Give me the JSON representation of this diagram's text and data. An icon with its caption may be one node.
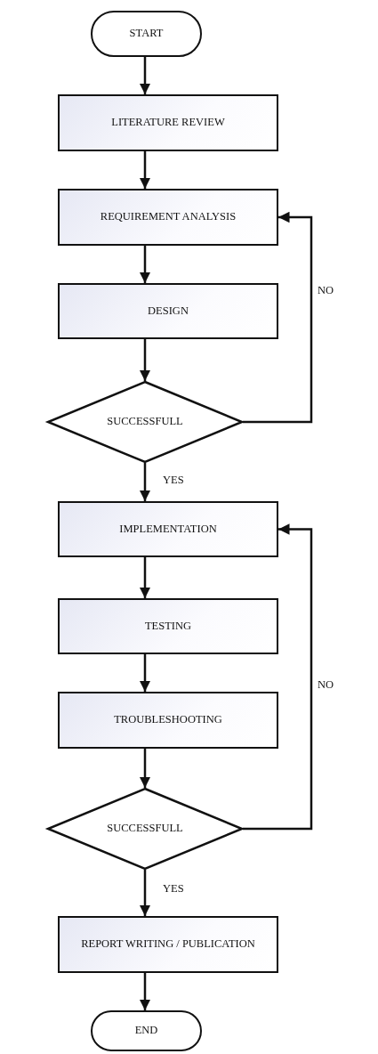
{
  "diagram": {
    "nodes": [
      {
        "text": [
          "START"
        ]
      },
      {
        "text": [
          "LITERATURE REVIEW"
        ]
      },
      {
        "text": [
          "REQUIREMENT ANALYSIS"
        ]
      },
      {
        "text": [
          "DESIGN"
        ]
      },
      {
        "text": [
          "SUCCESSFULL"
        ]
      },
      {
        "text": [
          "IMPLEMENTATION"
        ]
      },
      {
        "text": [
          "TESTING"
        ]
      },
      {
        "text": [
          "TROUBLESHOOTING"
        ]
      },
      {
        "text": [
          "SUCCESSFULL"
        ]
      },
      {
        "text": [
          "REPORT WRITING / PUBLICATION"
        ]
      },
      {
        "text": [
          "END"
        ]
      }
    ],
    "edges": [
      {
        "from": 0,
        "to": 1,
        "arrow": "to"
      },
      {
        "from": 1,
        "to": 2,
        "arrow": "to"
      },
      {
        "from": 2,
        "to": 3,
        "arrow": "to"
      },
      {
        "from": 3,
        "to": 4,
        "arrow": "to"
      },
      {
        "from": 4,
        "to": 2,
        "arrow": "to",
        "label": "NO"
      },
      {
        "from": 4,
        "to": 5,
        "arrow": "to",
        "label": "YES"
      },
      {
        "from": 5,
        "to": 6,
        "arrow": "to"
      },
      {
        "from": 6,
        "to": 7,
        "arrow": "to"
      },
      {
        "from": 7,
        "to": 8,
        "arrow": "to"
      },
      {
        "from": 8,
        "to": 5,
        "arrow": "to",
        "label": "NO"
      },
      {
        "from": 8,
        "to": 9,
        "arrow": "to",
        "label": "YES"
      },
      {
        "from": 9,
        "to": 10,
        "arrow": "to"
      }
    ]
  }
}
